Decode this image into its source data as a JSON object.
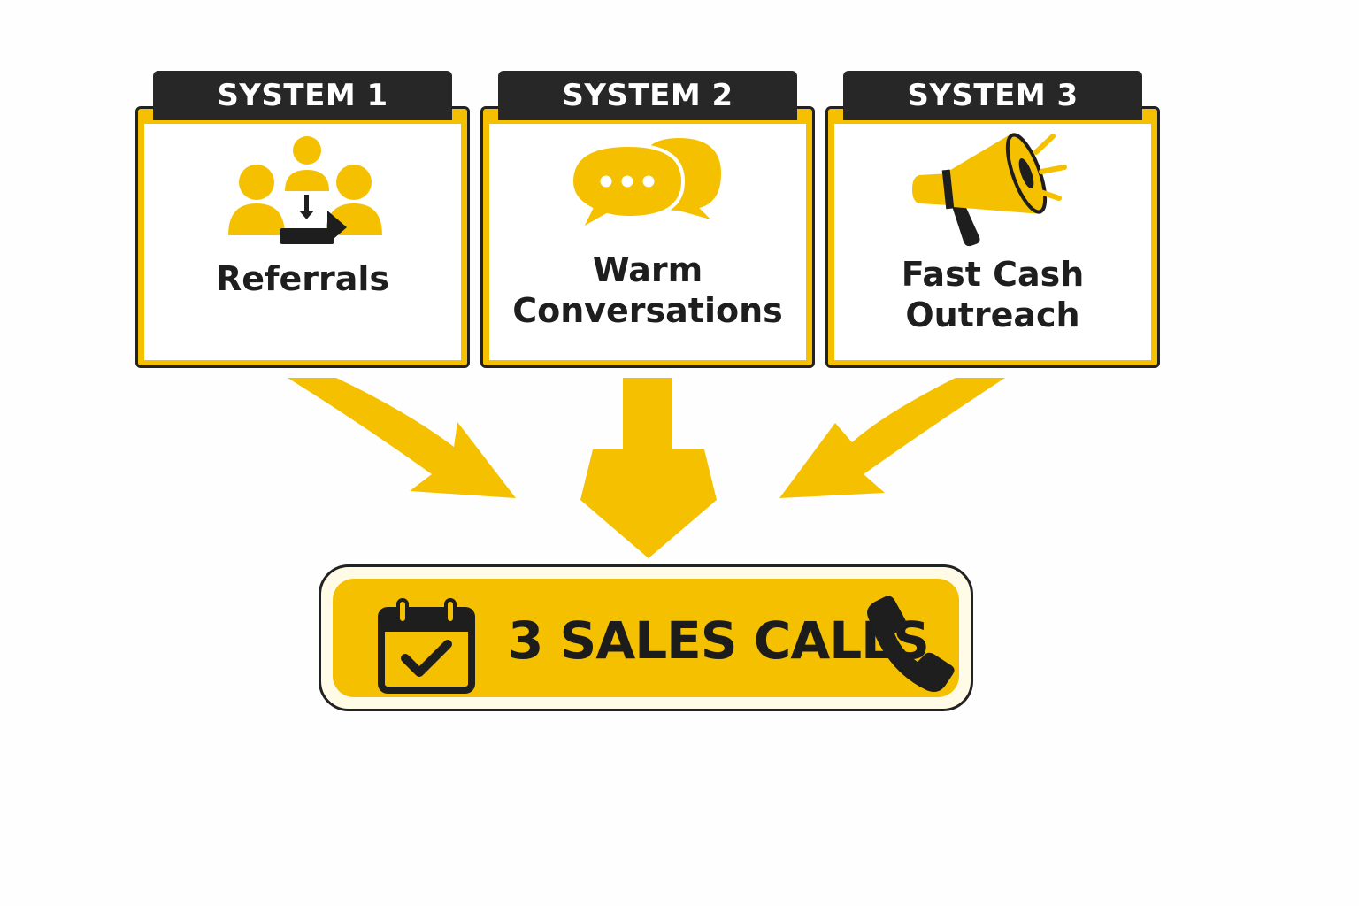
{
  "systems": [
    {
      "tab": "SYSTEM 1",
      "title_lines": [
        "Referrals"
      ],
      "icon": "referral-people-icon"
    },
    {
      "tab": "SYSTEM 2",
      "title_lines": [
        "Warm",
        "Conversations"
      ],
      "icon": "chat-bubbles-icon"
    },
    {
      "tab": "SYSTEM 3",
      "title_lines": [
        "Fast Cash",
        "Outreach"
      ],
      "icon": "megaphone-icon"
    }
  ],
  "result": {
    "label": "3 SALES CALLS",
    "left_icon": "calendar-check-icon",
    "right_icon": "phone-icon"
  },
  "colors": {
    "accent": "#F5C000",
    "dark": "#272727",
    "background": "#FEFEFE"
  }
}
